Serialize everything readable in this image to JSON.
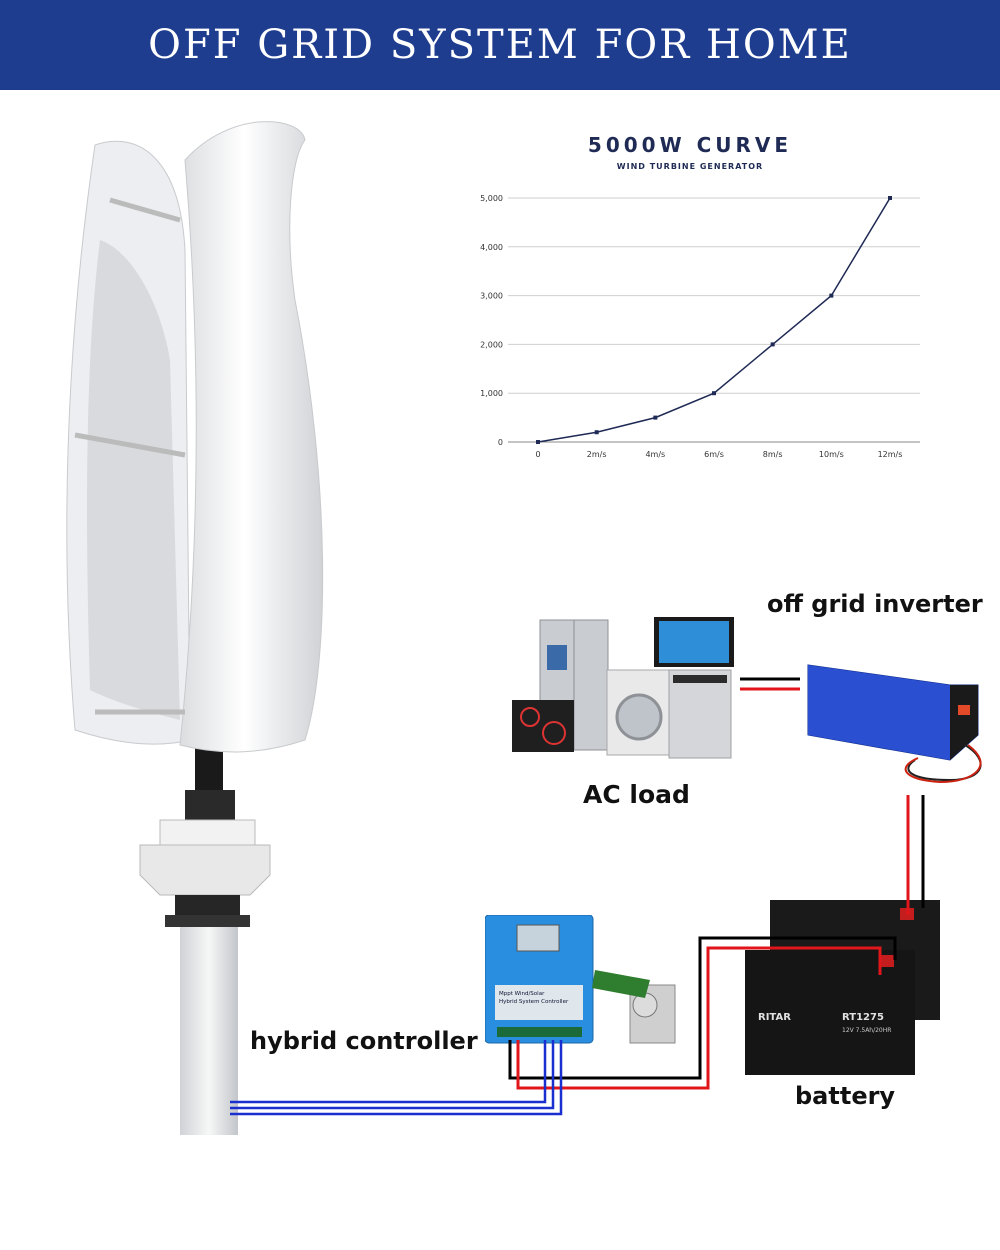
{
  "header": {
    "title": "OFF GRID SYSTEM FOR HOME"
  },
  "labels": {
    "inverter": "off grid inverter",
    "ac_load": "AC load",
    "controller": "hybrid controller",
    "battery": "battery"
  },
  "battery_text": {
    "brand": "RITAR",
    "model": "RT1275",
    "rating": "12V 7.5Ah/20HR"
  },
  "controller_text": {
    "line1": "Mppt Wind/Solar",
    "line2": "Hybrid System Controller"
  },
  "colors": {
    "banner": "#1f3d8f",
    "curve": "#1f2a55",
    "wire_red": "#e0161b",
    "wire_blue": "#1a2fd0"
  },
  "chart_data": {
    "type": "line",
    "title": "5000W CURVE",
    "subtitle": "WIND TURBINE GENERATOR",
    "categories": [
      "0",
      "2m/s",
      "4m/s",
      "6m/s",
      "8m/s",
      "10m/s",
      "12m/s"
    ],
    "values": [
      0,
      200,
      500,
      1000,
      2000,
      3000,
      5000
    ],
    "yticks": [
      "0",
      "1,000",
      "2,000",
      "3,000",
      "4,000",
      "5,000"
    ],
    "ylim": [
      0,
      5000
    ],
    "grid": true
  }
}
